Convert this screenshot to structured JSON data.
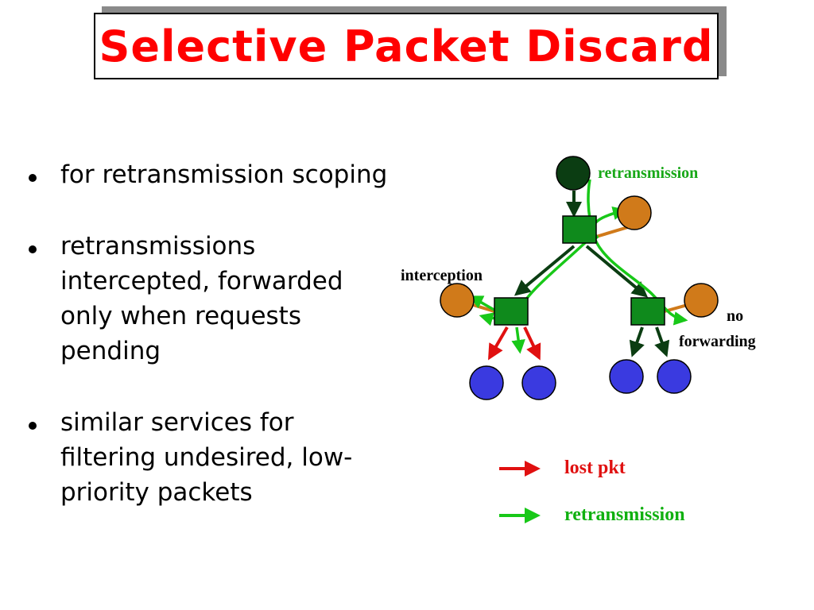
{
  "title": "Selective Packet Discard",
  "bullets": [
    {
      "text": "for retransmission scoping"
    },
    {
      "text": "retransmissions intercepted, forwarded only when requests pending"
    },
    {
      "text": "similar services for filtering undesired, low-priority packets"
    }
  ],
  "diagram": {
    "labels": {
      "retransmission_top": "retransmission",
      "interception": "interception",
      "no": "no",
      "forwarding": "forwarding"
    },
    "legend": [
      {
        "label": "lost pkt",
        "color": "#e01010"
      },
      {
        "label": "retransmission",
        "color": "#10b010"
      }
    ]
  },
  "colors": {
    "title": "#ff0000",
    "source_node": "#0b3d12",
    "router_node": "#0f8a1c",
    "repair_node": "#d07a1a",
    "receiver_node": "#3a3ae0",
    "lost_arrow": "#e01010",
    "retransmission_arrow": "#18c818",
    "tree_arrow": "#0b3d12"
  }
}
